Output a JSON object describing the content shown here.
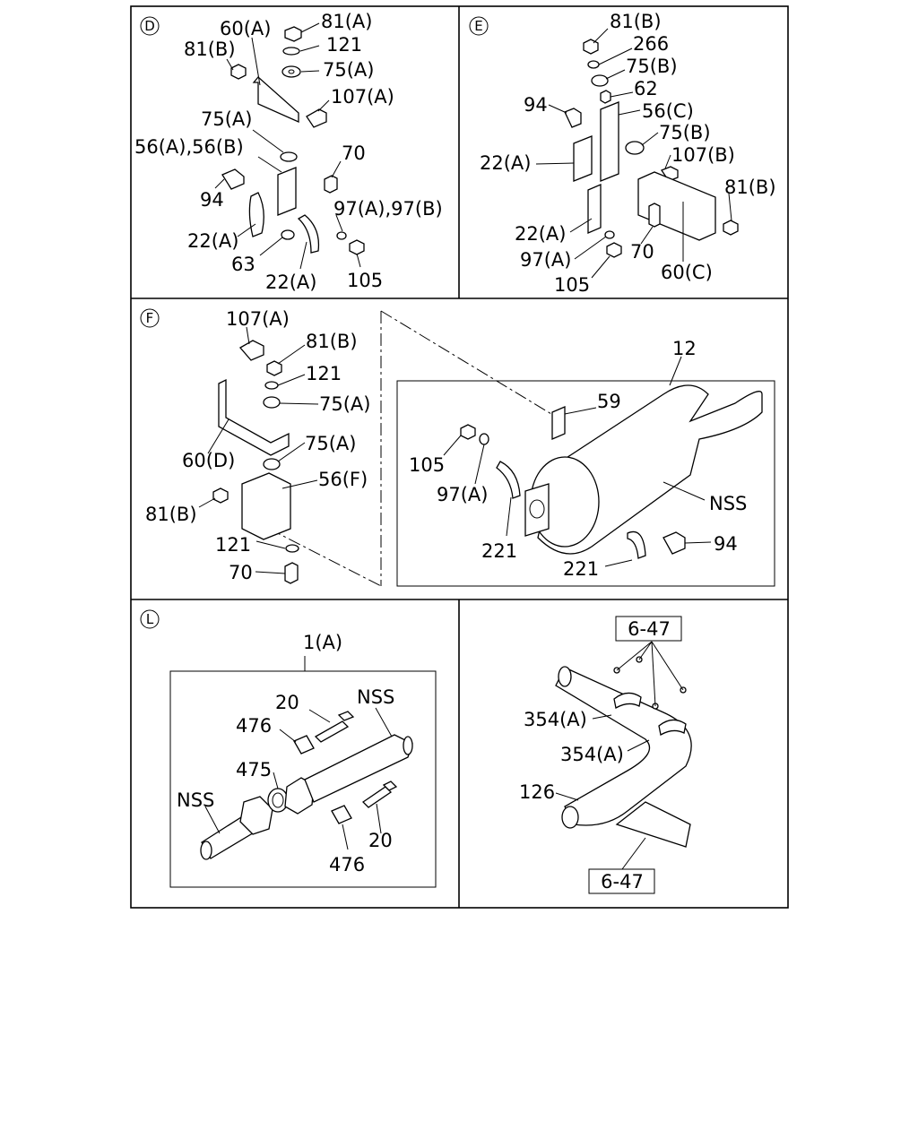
{
  "panels": {
    "D": {
      "marker": "D",
      "labels": {
        "p60a": "60(A)",
        "p81a": "81(A)",
        "p121": "121",
        "p81b": "81(B)",
        "p75a1": "75(A)",
        "p107a": "107(A)",
        "p75a2": "75(A)",
        "p56": "56(A),56(B)",
        "p70": "70",
        "p94": "94",
        "p97": "97(A),97(B)",
        "p22a1": "22(A)",
        "p63": "63",
        "p22a2": "22(A)",
        "p105": "105"
      }
    },
    "E": {
      "marker": "E",
      "labels": {
        "p81b1": "81(B)",
        "p266": "266",
        "p75b1": "75(B)",
        "p62": "62",
        "p94": "94",
        "p56c": "56(C)",
        "p75b2": "75(B)",
        "p22a1": "22(A)",
        "p107b": "107(B)",
        "p81b2": "81(B)",
        "p22a2": "22(A)",
        "p97a": "97(A)",
        "p70": "70",
        "p60c": "60(C)",
        "p105": "105"
      }
    },
    "F": {
      "marker": "F",
      "labels": {
        "p107a": "107(A)",
        "p81b1": "81(B)",
        "p121a": "121",
        "p75a1": "75(A)",
        "p75a2": "75(A)",
        "p60d": "60(D)",
        "p56f": "56(F)",
        "p81b2": "81(B)",
        "p121b": "121",
        "p70": "70",
        "p12": "12",
        "p59": "59",
        "p105": "105",
        "p97a": "97(A)",
        "pnss": "NSS",
        "p221a": "221",
        "p94": "94",
        "p221b": "221"
      }
    },
    "L": {
      "marker": "L",
      "labels": {
        "p1a": "1(A)",
        "p20a": "20",
        "pnss1": "NSS",
        "p476a": "476",
        "p475": "475",
        "pnss2": "NSS",
        "p20b": "20",
        "p476b": "476"
      }
    },
    "R": {
      "labels": {
        "ref1": "6-47",
        "p354a1": "354(A)",
        "p354a2": "354(A)",
        "p126": "126",
        "ref2": "6-47"
      }
    }
  }
}
